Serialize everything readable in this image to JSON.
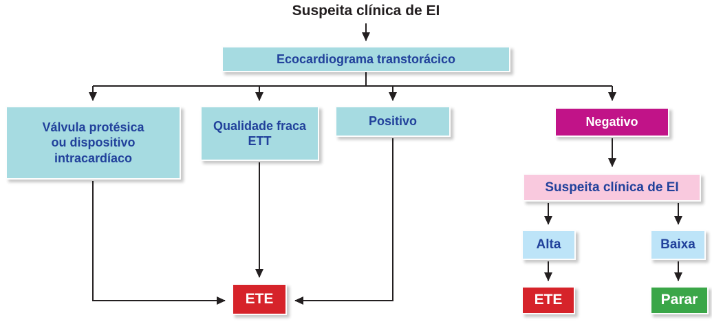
{
  "title": "Suspeita clínica de EI",
  "colors": {
    "teal": "#a6dbe1",
    "magenta": "#c11388",
    "pink": "#f9c9de",
    "light_blue": "#bde4f8",
    "red": "#d6232a",
    "green": "#3aa648",
    "text_blue": "#21419b",
    "ink": "#231f20",
    "white_text": "#ffffff"
  },
  "nodes": {
    "echo": {
      "label": "Ecocardiograma transtorácico"
    },
    "prosthetic": {
      "lines": [
        "Válvula protésica",
        "ou dispositivo",
        "intracardíaco"
      ]
    },
    "poor_quality": {
      "lines": [
        "Qualidade fraca",
        "ETT"
      ]
    },
    "positive": {
      "label": "Positivo"
    },
    "negative": {
      "label": "Negativo"
    },
    "suspicion_repeat": {
      "label": "Suspeita clínica de EI"
    },
    "high": {
      "label": "Alta"
    },
    "low": {
      "label": "Baixa"
    },
    "tee_center": {
      "label": "ETE"
    },
    "tee_right": {
      "label": "ETE"
    },
    "stop": {
      "label": "Parar"
    }
  }
}
